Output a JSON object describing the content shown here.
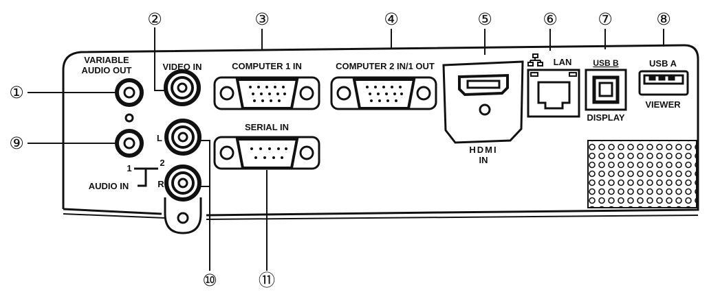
{
  "callouts": {
    "c1": "①",
    "c2": "②",
    "c3": "③",
    "c4": "④",
    "c5": "⑤",
    "c6": "⑥",
    "c7": "⑦",
    "c8": "⑧",
    "c9": "⑨",
    "c10": "⑩",
    "c11": "⑪"
  },
  "labels": {
    "variable_audio_out_line1": "VARIABLE",
    "variable_audio_out_line2": "AUDIO OUT",
    "video_in": "VIDEO IN",
    "computer1_in": "COMPUTER 1 IN",
    "computer2_in_out": "COMPUTER 2 IN/1 OUT",
    "lan": "LAN",
    "usb_b": "USB B",
    "usb_a": "USB A",
    "display": "DISPLAY",
    "viewer": "VIEWER",
    "serial_in": "SERIAL IN",
    "hdmi": "HDMI",
    "hdmi_in": "IN",
    "audio_in": "AUDIO IN",
    "audio_in_1": "1",
    "audio_in_2": "2",
    "left_channel": "L",
    "right_channel": "R"
  }
}
